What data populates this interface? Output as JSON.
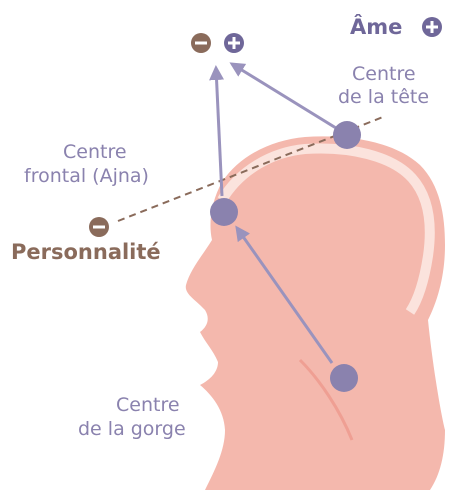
{
  "labels": {
    "soul": "Âme",
    "head_center_line1": "Centre",
    "head_center_line2": "de la tête",
    "frontal_line1": "Centre",
    "frontal_line2": "frontal (Ajna)",
    "personality": "Personnalité",
    "throat_line1": "Centre",
    "throat_line2": "de la gorge"
  },
  "symbols": {
    "minus": "−",
    "plus": "+"
  },
  "colors": {
    "head_silhouette": "#f4b8ad",
    "head_edge": "#ef9f93",
    "center_dot": "#8a82ae",
    "arrow": "#9a93bd",
    "soul_text": "#6f6799",
    "dashed_line": "#8a6b5b",
    "personality_text": "#8a6b5b"
  }
}
